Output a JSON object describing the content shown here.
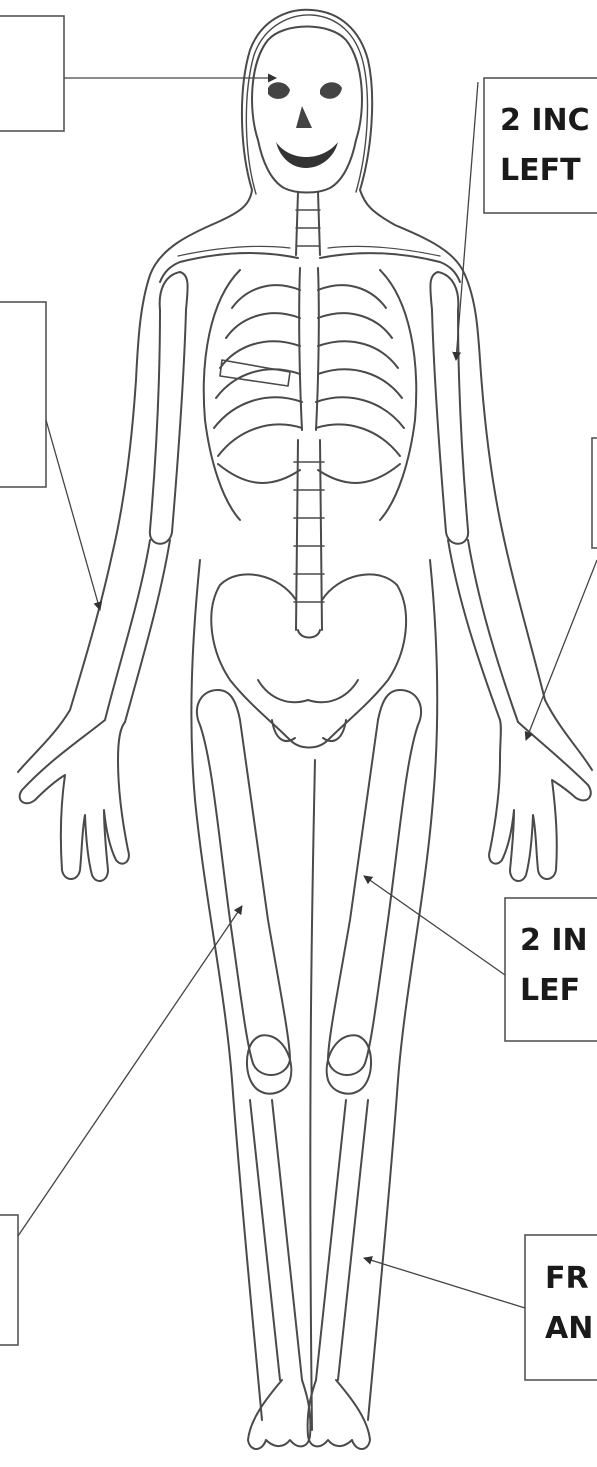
{
  "figure": {
    "callouts": [
      {
        "id": "skull",
        "lines": []
      },
      {
        "id": "upper-left-arm",
        "lines": [
          "2 INC",
          "LEFT"
        ]
      },
      {
        "id": "right-forearm",
        "lines": []
      },
      {
        "id": "left-wrist",
        "lines": []
      },
      {
        "id": "left-thigh",
        "lines": [
          "2 IN",
          "LEF"
        ]
      },
      {
        "id": "right-thigh",
        "lines": []
      },
      {
        "id": "left-shin",
        "lines": [
          "FR",
          "AN"
        ]
      }
    ]
  },
  "colors": {
    "line": "#4a4a4a",
    "box": "#555555",
    "text": "#1a1a1a",
    "background": "#ffffff"
  }
}
